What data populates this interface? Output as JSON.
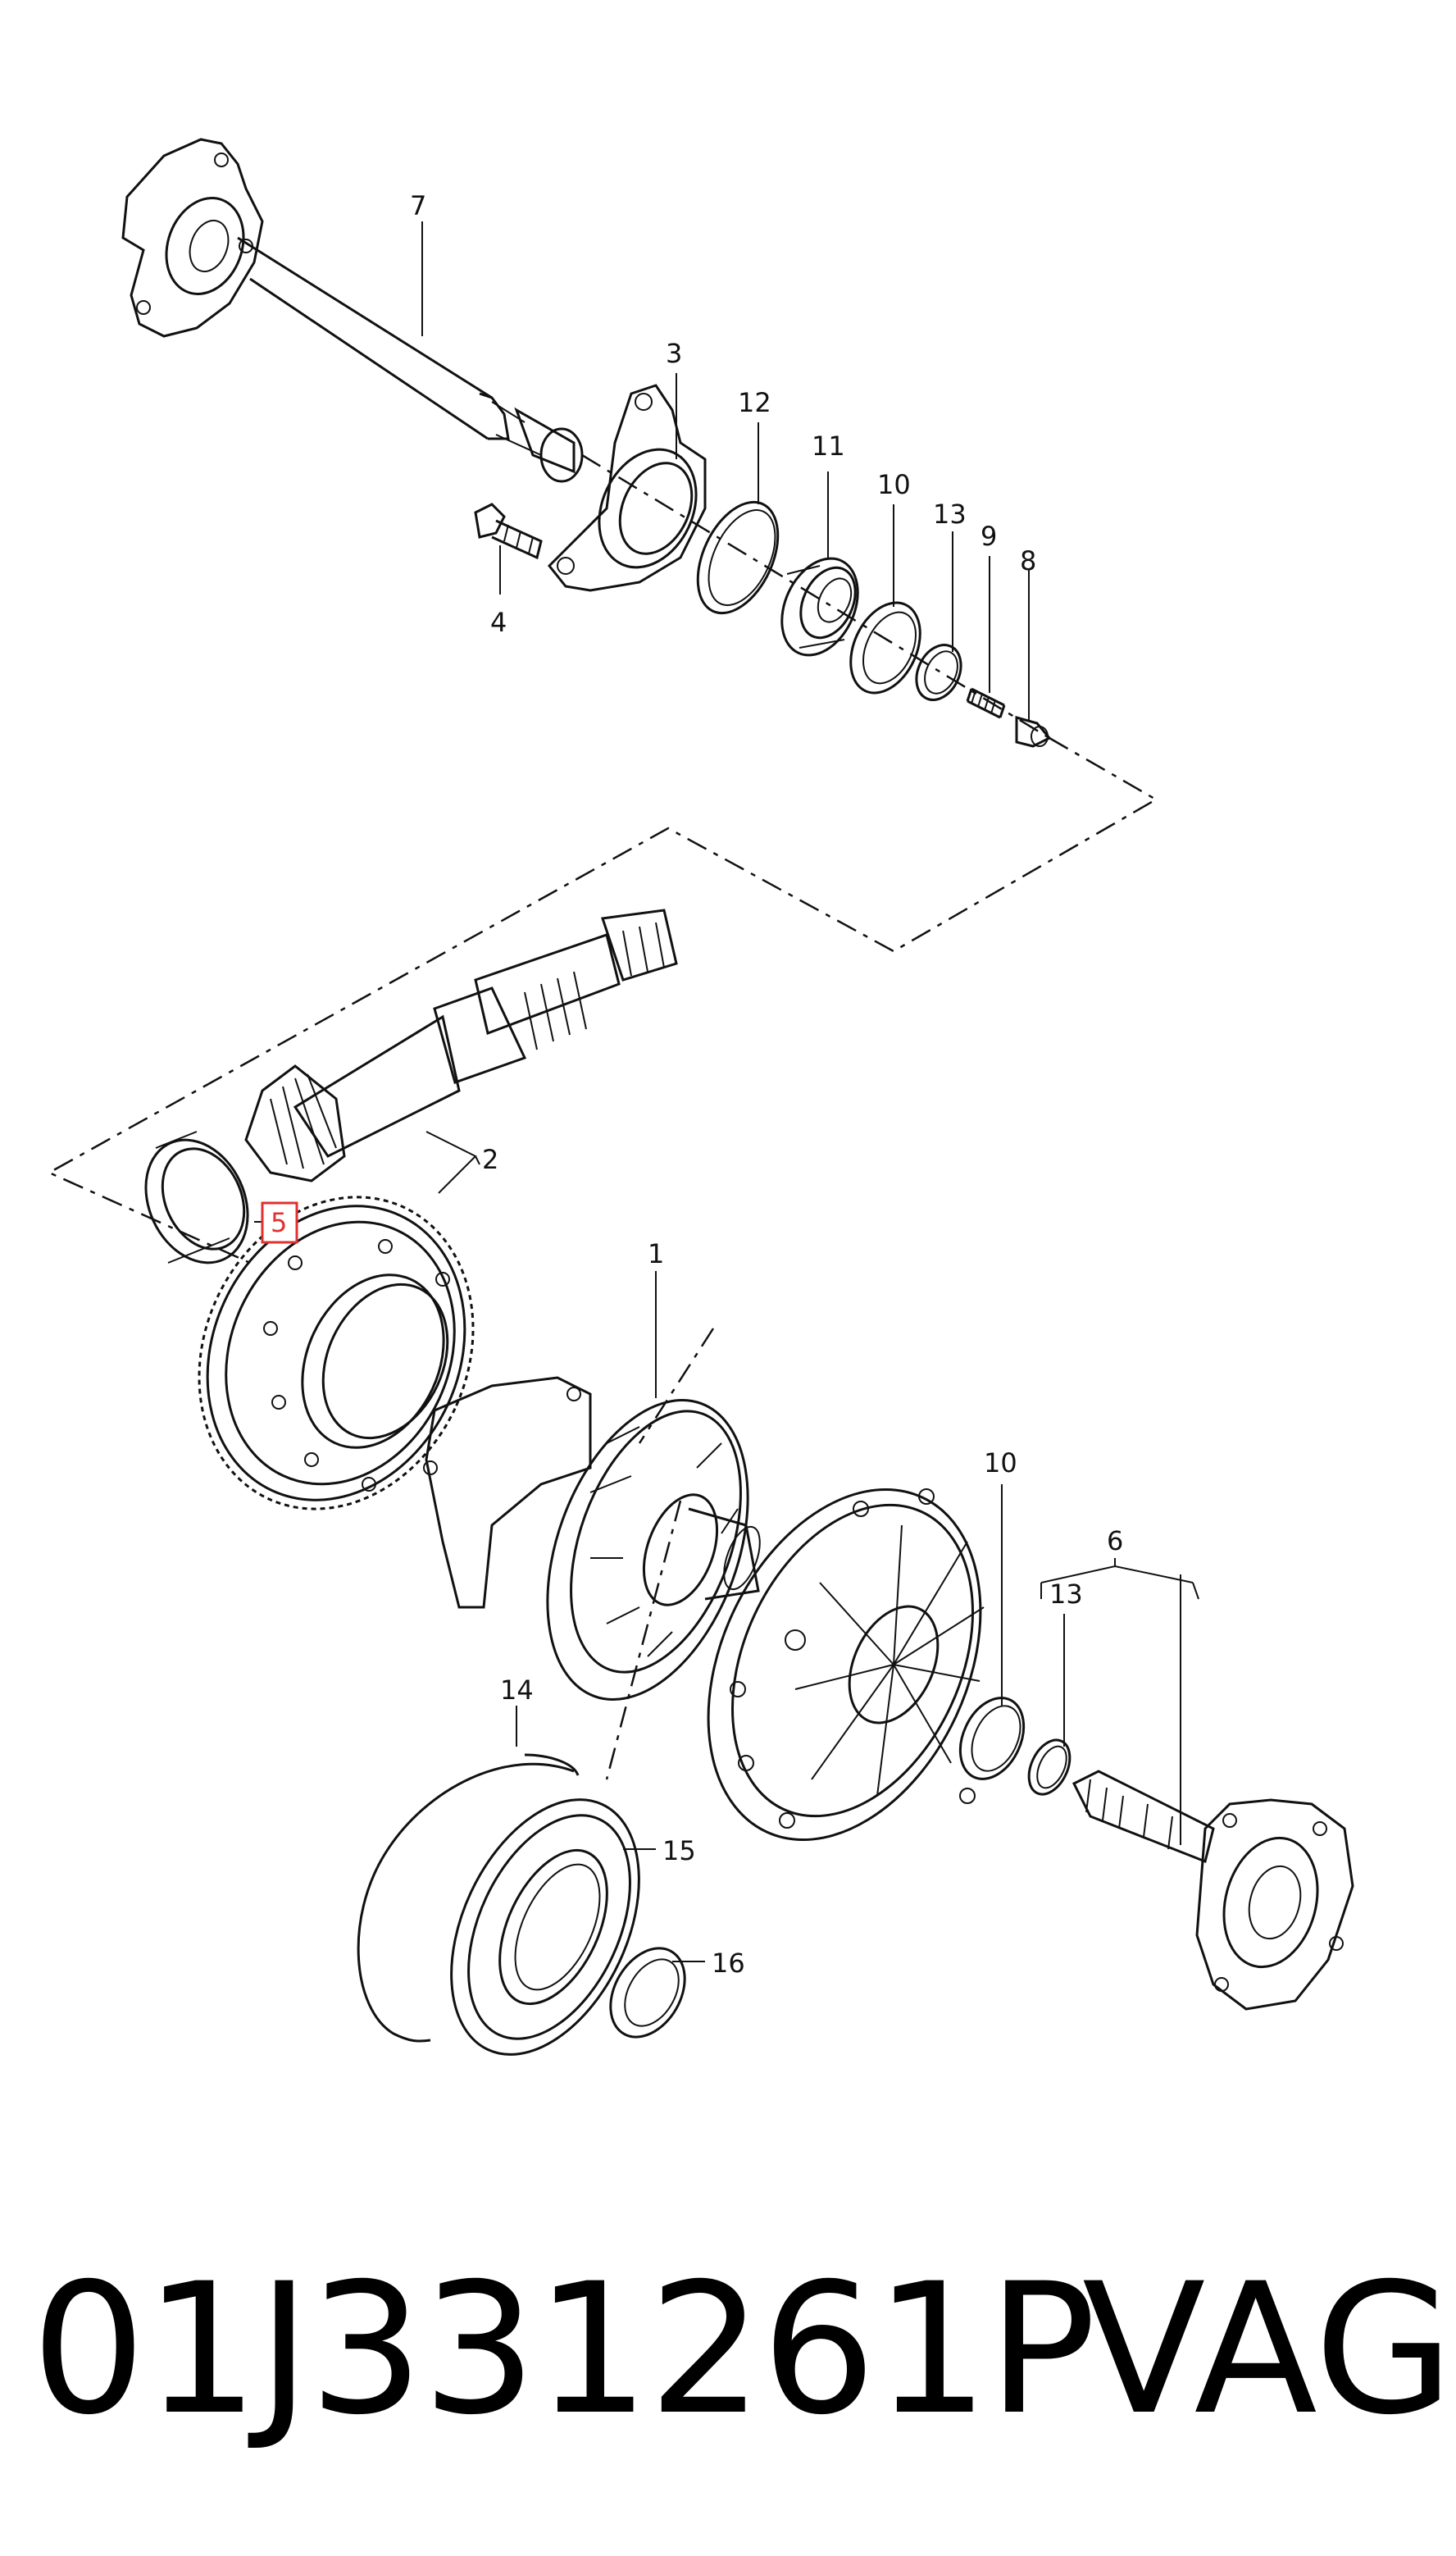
{
  "diagram": {
    "callouts": [
      "7",
      "3",
      "12",
      "11",
      "10",
      "13",
      "9",
      "8",
      "4",
      "2",
      "5",
      "1",
      "10",
      "6",
      "13",
      "14",
      "15",
      "16"
    ],
    "highlighted_callout": "5",
    "highlight_color": "#e03030"
  },
  "footer": {
    "part_number": "01J331261P",
    "brand": "VAG"
  }
}
